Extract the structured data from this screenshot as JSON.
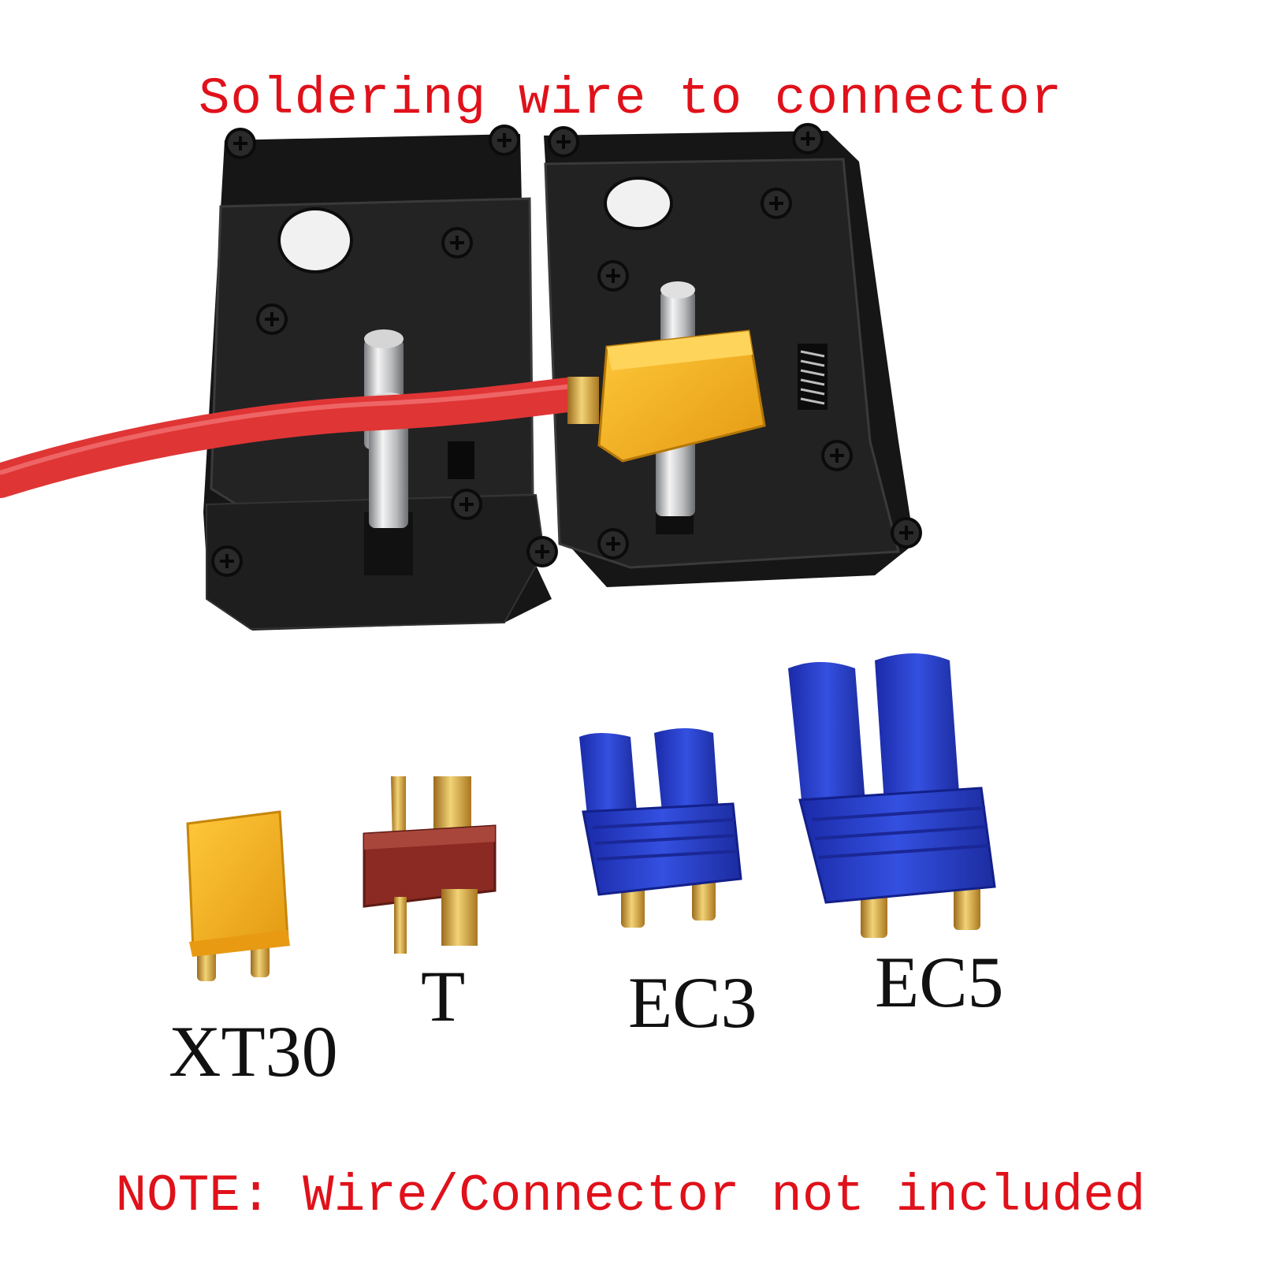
{
  "captions": {
    "top": "Soldering wire to connector",
    "note": "NOTE: Wire/Connector not included"
  },
  "connectors": [
    {
      "label": "XT30",
      "color": "#f2b21c"
    },
    {
      "label": "T",
      "color": "#8a2a22"
    },
    {
      "label": "EC3",
      "color": "#2438c9"
    },
    {
      "label": "EC5",
      "color": "#2438c9"
    }
  ],
  "colors": {
    "jig_body": "#1c1c1c",
    "wire": "#e03030",
    "pin": "#d9b24a",
    "caption_text": "#e0111a"
  }
}
